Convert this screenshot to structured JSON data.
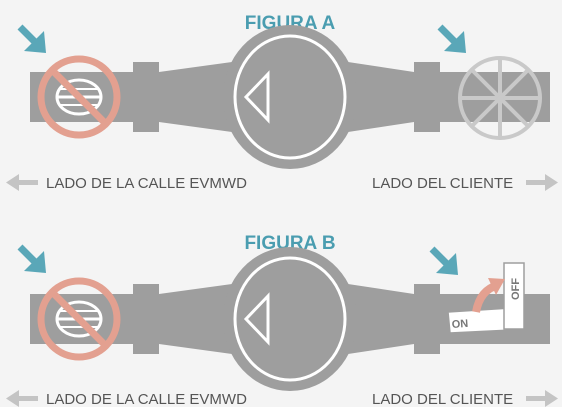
{
  "colors": {
    "background": "#f4f4f4",
    "pipe": "#9e9e9e",
    "title": "#4a9db0",
    "arrow": "#5aa7b8",
    "prohibit": "#e3a090",
    "text": "#555555",
    "wheel": "#c9c9c9",
    "side_arrow": "#c4c4c4"
  },
  "figure_a": {
    "title": "FIGURA A",
    "left_label": "LADO DE LA CALLE EVMWD",
    "right_label": "LADO DEL CLIENTE",
    "left_valve_icon": "prohibited-ball-valve-icon",
    "right_valve_icon": "hand-wheel-valve-icon"
  },
  "figure_b": {
    "title": "FIGURA B",
    "left_label": "LADO DE LA CALLE EVMWD",
    "right_label": "LADO DEL CLIENTE",
    "left_valve_icon": "prohibited-ball-valve-icon",
    "right_valve_icon": "lever-valve-icon",
    "lever_on_label": "ON",
    "lever_off_label": "OFF"
  }
}
